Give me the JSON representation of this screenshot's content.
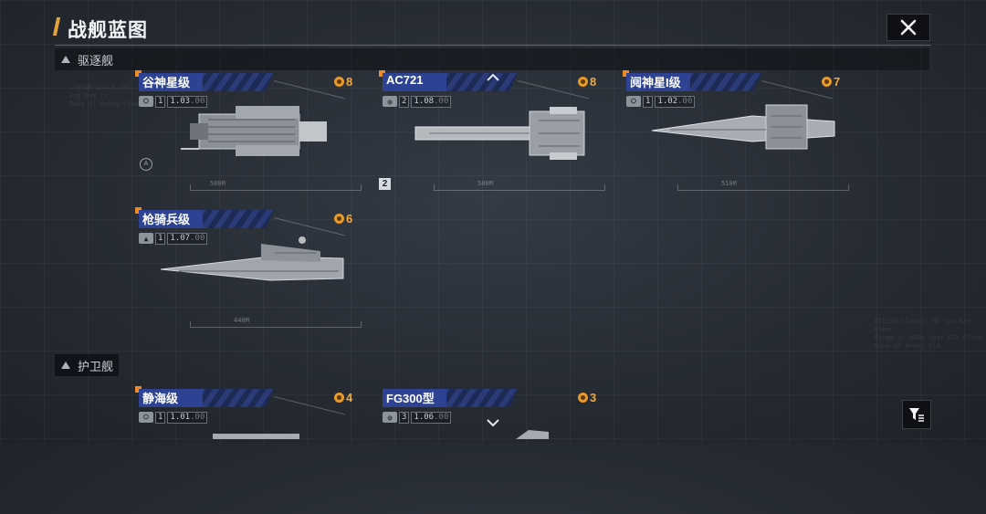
{
  "header": {
    "title": "战舰蓝图"
  },
  "sections": [
    {
      "label": "驱逐舰"
    },
    {
      "label": "护卫舰"
    }
  ],
  "cards": [
    {
      "name": "谷神星级",
      "tier": "1",
      "version": "1.03",
      "suffix": ".00",
      "count": "8",
      "length": "580M",
      "icon": "carrier-icon"
    },
    {
      "name": "AC721",
      "tier": "2",
      "version": "1.08",
      "suffix": ".00",
      "count": "8",
      "length": "580M",
      "icon": "globe-icon"
    },
    {
      "name": "阋神星I级",
      "tier": "1",
      "version": "1.02",
      "suffix": ".00",
      "count": "7",
      "length": "510M",
      "icon": "carrier-icon"
    },
    {
      "name": "枪骑兵级",
      "tier": "1",
      "version": "1.07",
      "suffix": ".00",
      "count": "6",
      "length": "440M",
      "icon": "missile-icon"
    },
    {
      "name": "静海级",
      "tier": "1",
      "version": "1.01",
      "suffix": ".00",
      "count": "4",
      "length": "",
      "icon": "carrier-icon"
    },
    {
      "name": "FG300型",
      "tier": "3",
      "version": "1.06",
      "suffix": ".00",
      "count": "3",
      "length": "",
      "icon": "globe-icon"
    }
  ],
  "tier_badge": "2",
  "colors": {
    "accent": "#e6a23a",
    "marker": "#f08a24",
    "name_bar": "#2e4293",
    "count": "#f0a93a"
  }
}
